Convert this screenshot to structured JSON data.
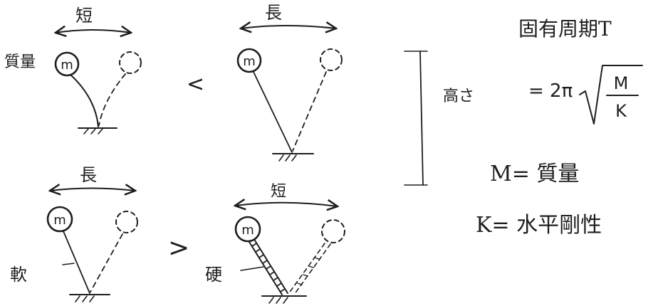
{
  "panels": {
    "top_left": {
      "span_label": "短",
      "mass_label": "質量",
      "mass_symbol": "m"
    },
    "top_right": {
      "span_label": "長",
      "mass_symbol": "m"
    },
    "bottom_left": {
      "span_label": "長",
      "stiffness_label": "軟",
      "mass_symbol": "m"
    },
    "bottom_right": {
      "span_label": "短",
      "stiffness_label": "硬",
      "mass_symbol": "m"
    }
  },
  "comparisons": {
    "top": "<",
    "bottom": ">"
  },
  "height_label": "高さ",
  "formula": {
    "title": "固有周期T",
    "lhs": "= 2π",
    "numerator": "M",
    "denominator": "K",
    "legend_m": "M= 質量",
    "legend_k": "K= 水平剛性"
  }
}
